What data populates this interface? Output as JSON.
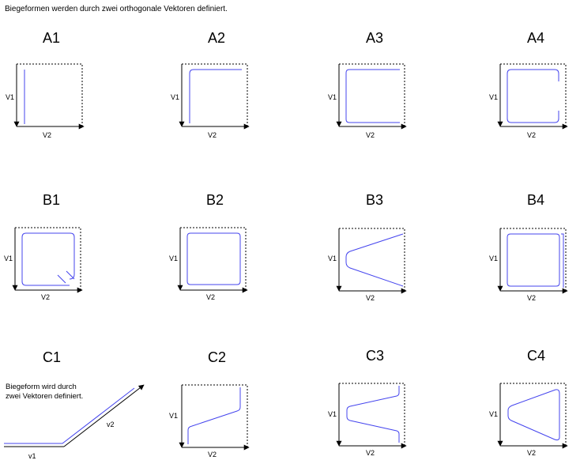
{
  "header": {
    "text": "Biegeformen werden durch zwei orthogonale Vektoren definiert."
  },
  "labels": {
    "v1": "V1",
    "v2": "V2"
  },
  "cells": [
    {
      "id": "A1",
      "title": "A1"
    },
    {
      "id": "A2",
      "title": "A2"
    },
    {
      "id": "A3",
      "title": "A3"
    },
    {
      "id": "A4",
      "title": "A4"
    },
    {
      "id": "B1",
      "title": "B1"
    },
    {
      "id": "B2",
      "title": "B2"
    },
    {
      "id": "B3",
      "title": "B3"
    },
    {
      "id": "B4",
      "title": "B4"
    },
    {
      "id": "C1",
      "title": "C1"
    },
    {
      "id": "C2",
      "title": "C2"
    },
    {
      "id": "C3",
      "title": "C3"
    },
    {
      "id": "C4",
      "title": "C4"
    }
  ],
  "c1_note": {
    "line1": "Biegeform wird durch",
    "line2": "zwei Vektoren definiert.",
    "v1": "v1",
    "v2": "v2"
  },
  "colors": {
    "shape": "#4444ee",
    "axis": "#000000",
    "dashed_box": "#000000"
  }
}
